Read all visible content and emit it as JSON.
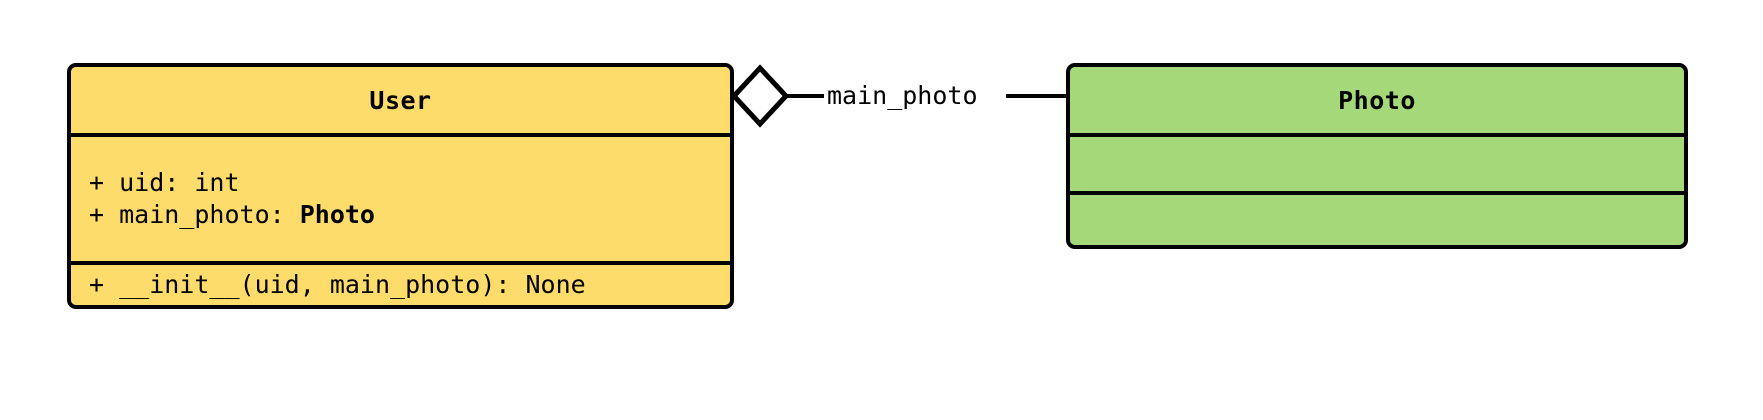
{
  "diagram": {
    "type": "uml-class-diagram",
    "background": "#ffffff",
    "classes": [
      {
        "name": "User",
        "fill": "#FEDC6C",
        "stroke": "#000000",
        "attributes": [
          {
            "visibility": "+",
            "text": "+ uid: int",
            "name": "uid",
            "type": "int"
          },
          {
            "visibility": "+",
            "text_prefix": "+ main_photo: ",
            "text_bold": "Photo",
            "name": "main_photo",
            "type": "Photo"
          }
        ],
        "methods": [
          {
            "visibility": "+",
            "text": "+ __init__(uid, main_photo): None",
            "name": "__init__",
            "params": "uid, main_photo",
            "returns": "None"
          }
        ]
      },
      {
        "name": "Photo",
        "fill": "#A4D878",
        "stroke": "#000000",
        "attributes": [],
        "methods": []
      }
    ],
    "relationships": [
      {
        "kind": "aggregation",
        "source": "User",
        "target": "Photo",
        "label": "main_photo",
        "diamond": "hollow"
      }
    ]
  }
}
